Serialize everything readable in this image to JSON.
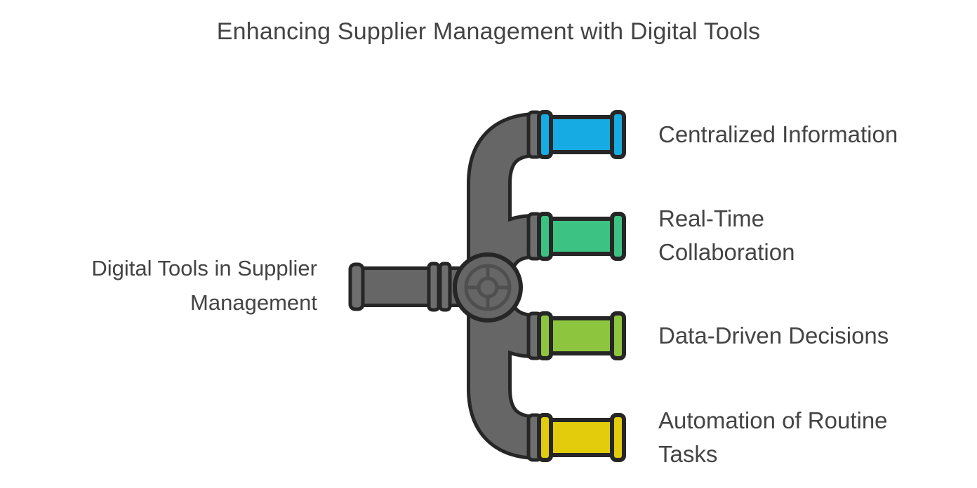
{
  "title": {
    "text": "Enhancing Supplier Management with Digital Tools"
  },
  "source": {
    "label": "Digital Tools in Supplier\nManagement"
  },
  "branches": [
    {
      "label": "Centralized Information",
      "color": "#16ABE2"
    },
    {
      "label": "Real-Time\nCollaboration",
      "color": "#3CC384"
    },
    {
      "label": "Data-Driven Decisions",
      "color": "#8DC63E"
    },
    {
      "label": "Automation of Routine\nTasks",
      "color": "#E2CC0C"
    }
  ],
  "colors": {
    "pipe": "#666666",
    "pipe_flange": "#6E6E6E",
    "outline": "#262626",
    "valve_detail": "#4F4F4F",
    "text": "#444444",
    "background": "#FFFFFF"
  }
}
